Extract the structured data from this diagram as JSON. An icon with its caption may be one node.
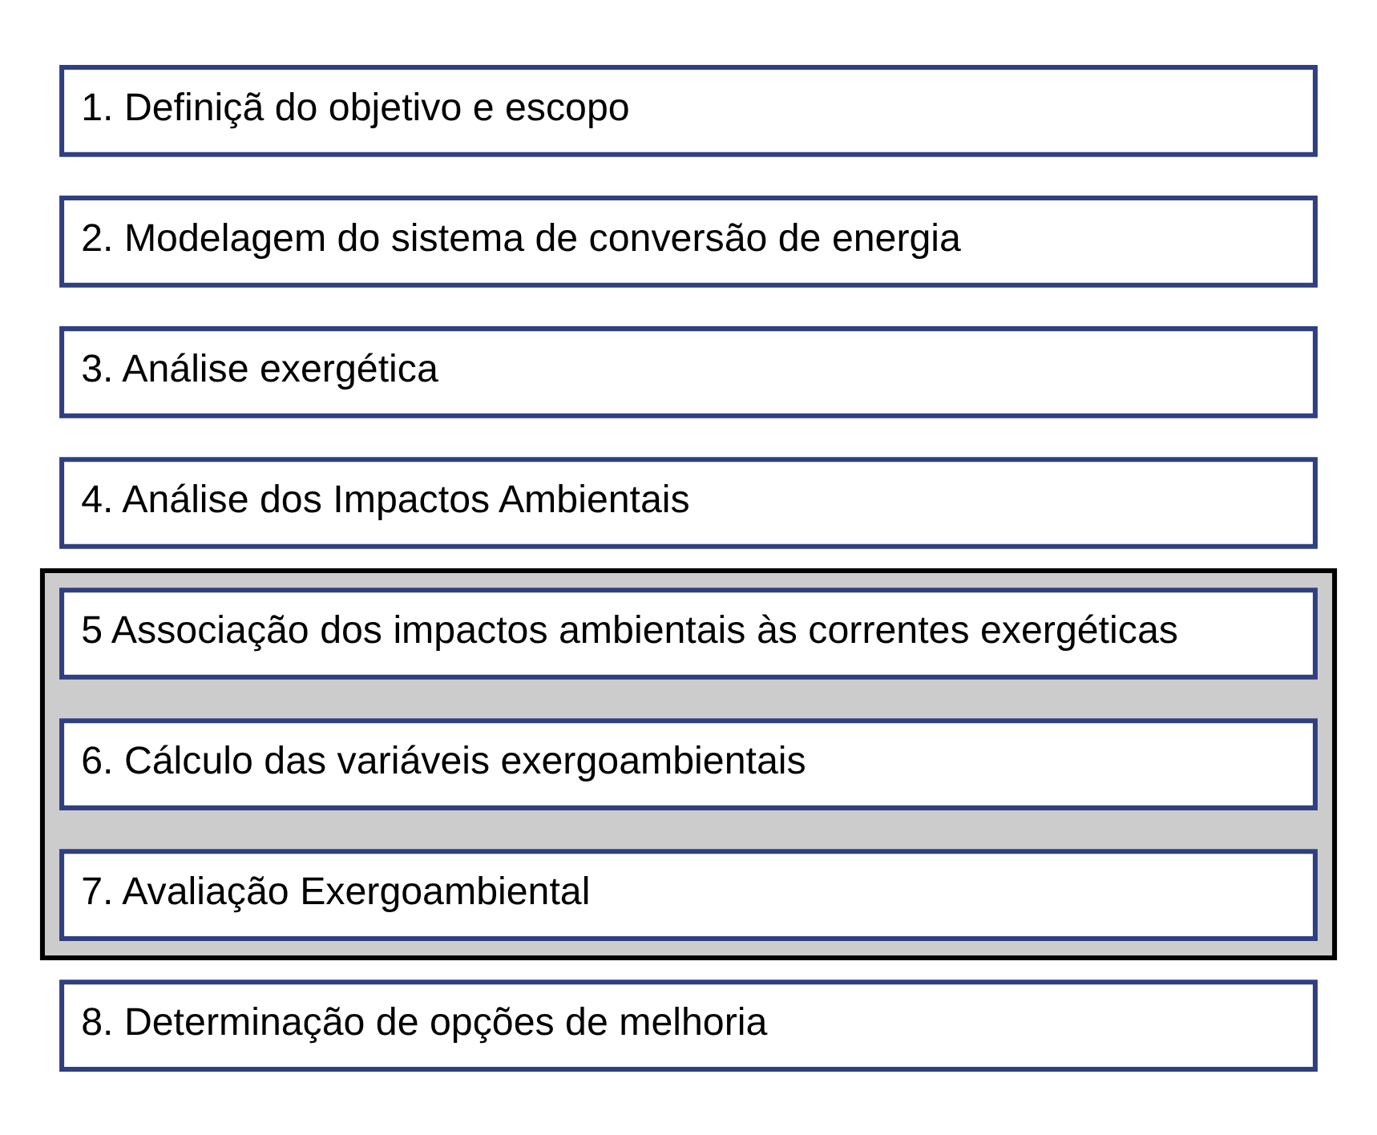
{
  "diagram": {
    "nodes": [
      {
        "text": [
          "1. Definiçã do objetivo e escopo"
        ]
      },
      {
        "text": [
          "2. Modelagem do sistema de conversão de energia"
        ]
      },
      {
        "text": [
          "3. Análise exergética"
        ]
      },
      {
        "text": [
          "4. Análise dos Impactos Ambientais"
        ]
      },
      {
        "text": [],
        "shape": "box"
      },
      {
        "text": [
          "5 Associação dos impactos ambientais às correntes exergéticas"
        ],
        "in": 4
      },
      {
        "text": [
          "6. Cálculo das variáveis exergoambientais"
        ],
        "in": 4
      },
      {
        "text": [
          "7. Avaliação Exergoambiental"
        ],
        "in": 4
      },
      {
        "text": [
          "8. Determinação de opções de melhoria"
        ]
      }
    ]
  }
}
